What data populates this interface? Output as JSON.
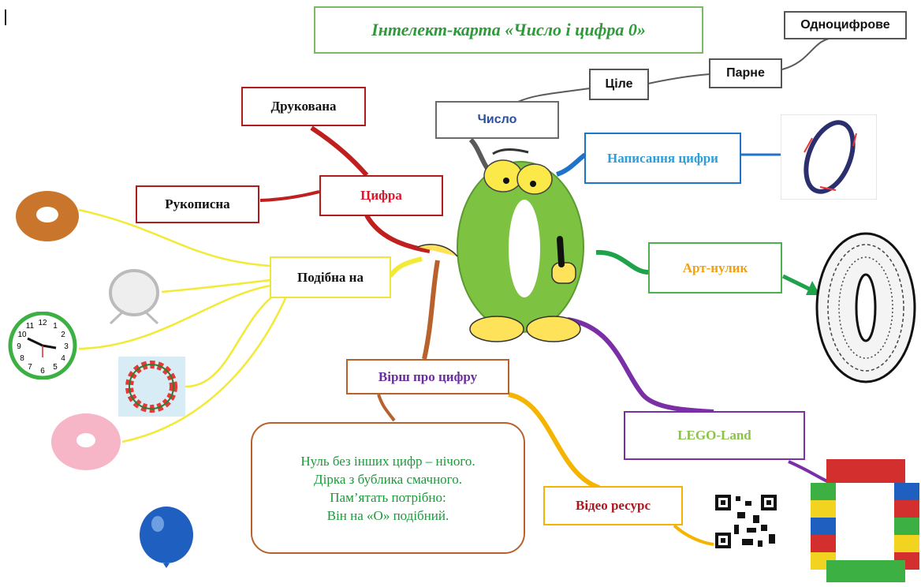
{
  "title": "Інтелект-карта «Число і цифра 0»",
  "nodes": {
    "number": "Число",
    "whole": "Ціле",
    "even": "Парне",
    "single_digit": "Одноцифрове",
    "printed": "Друкована",
    "digit": "Цифра",
    "handwritten": "Рукописна",
    "writing": "Написання цифри",
    "similar": "Подібна на",
    "art": "Арт-нулик",
    "poem_title": "Вірш про цифру",
    "lego": "LEGO-Land",
    "video": "Відео ресурс"
  },
  "poem_lines": [
    "Нуль без інших цифр – нічого.",
    "Дірка з бублика смачного.",
    "Пам’ятать потрібно:",
    "Він на «О» подібний."
  ],
  "clock_numbers": [
    "12",
    "1",
    "2",
    "3",
    "4",
    "5",
    "6",
    "7",
    "8",
    "9",
    "10",
    "11"
  ],
  "colors": {
    "gray": "#5a5a5a",
    "red": "#c01f1f",
    "yellow": "#f2ea35",
    "blue": "#1f74c8",
    "green": "#1ea24a",
    "purple": "#7a2fa6",
    "brown": "#b8612c",
    "orange": "#f5b400"
  }
}
